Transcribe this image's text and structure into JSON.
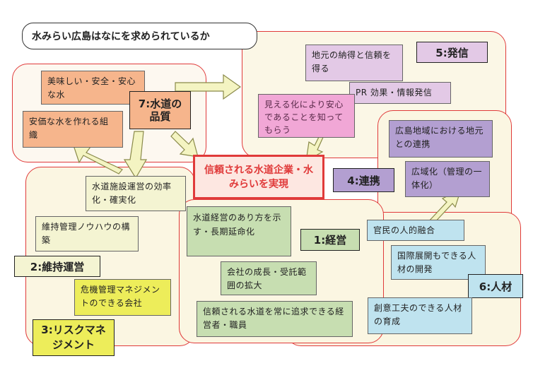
{
  "title": "水みらい広島はなにを求められているか",
  "center": "信頼される水道企業・水みらいを実現",
  "sections": {
    "quality": "7:水道の品質",
    "hasshin": "5:発信",
    "renkei": "4:連携",
    "keiei": "1:経営",
    "iji": "2:維持運営",
    "risk": "3:リスクマネジメント",
    "jinzai": "6:人材"
  },
  "boxes": {
    "oishii": "美味しい・安全・安心な水",
    "anka": "安価な水を作れる組織",
    "chimoto": "地元の納得と信頼を得る",
    "pr": "PR 効果・情報発信",
    "mieruka": "見える化により安心であることを知ってもらう",
    "chiiki": "広島地域における地元との連携",
    "kouiki": "広域化（管理の一体化）",
    "kouritsu": "水道施設運営の効率化・確実化",
    "knowhow": "維持管理ノウハウの構築",
    "kiki": "危機管理マネジメントのできる会社",
    "arikata": "水道経営のあり方を示す・長期延命化",
    "seichou": "会社の成長・受託範囲の拡大",
    "shinrai": "信頼される水道を常に追求できる経営者・職員",
    "kanmin": "官民の人的融合",
    "kokusai": "国際展開もできる人材の開発",
    "souifu": "創意工夫のできる人材の育成"
  },
  "colors": {
    "border_red": "#e03a3a",
    "orange": "#f6b58c",
    "pink": "#f1a7d6",
    "lavender": "#e3c9e6",
    "purple": "#b39fd1",
    "green": "#c7deb1",
    "lightyellow": "#f4f4d2",
    "yellow": "#eded5a",
    "lightblue": "#bfe3ef",
    "region_fill": "#fbf6e2"
  }
}
